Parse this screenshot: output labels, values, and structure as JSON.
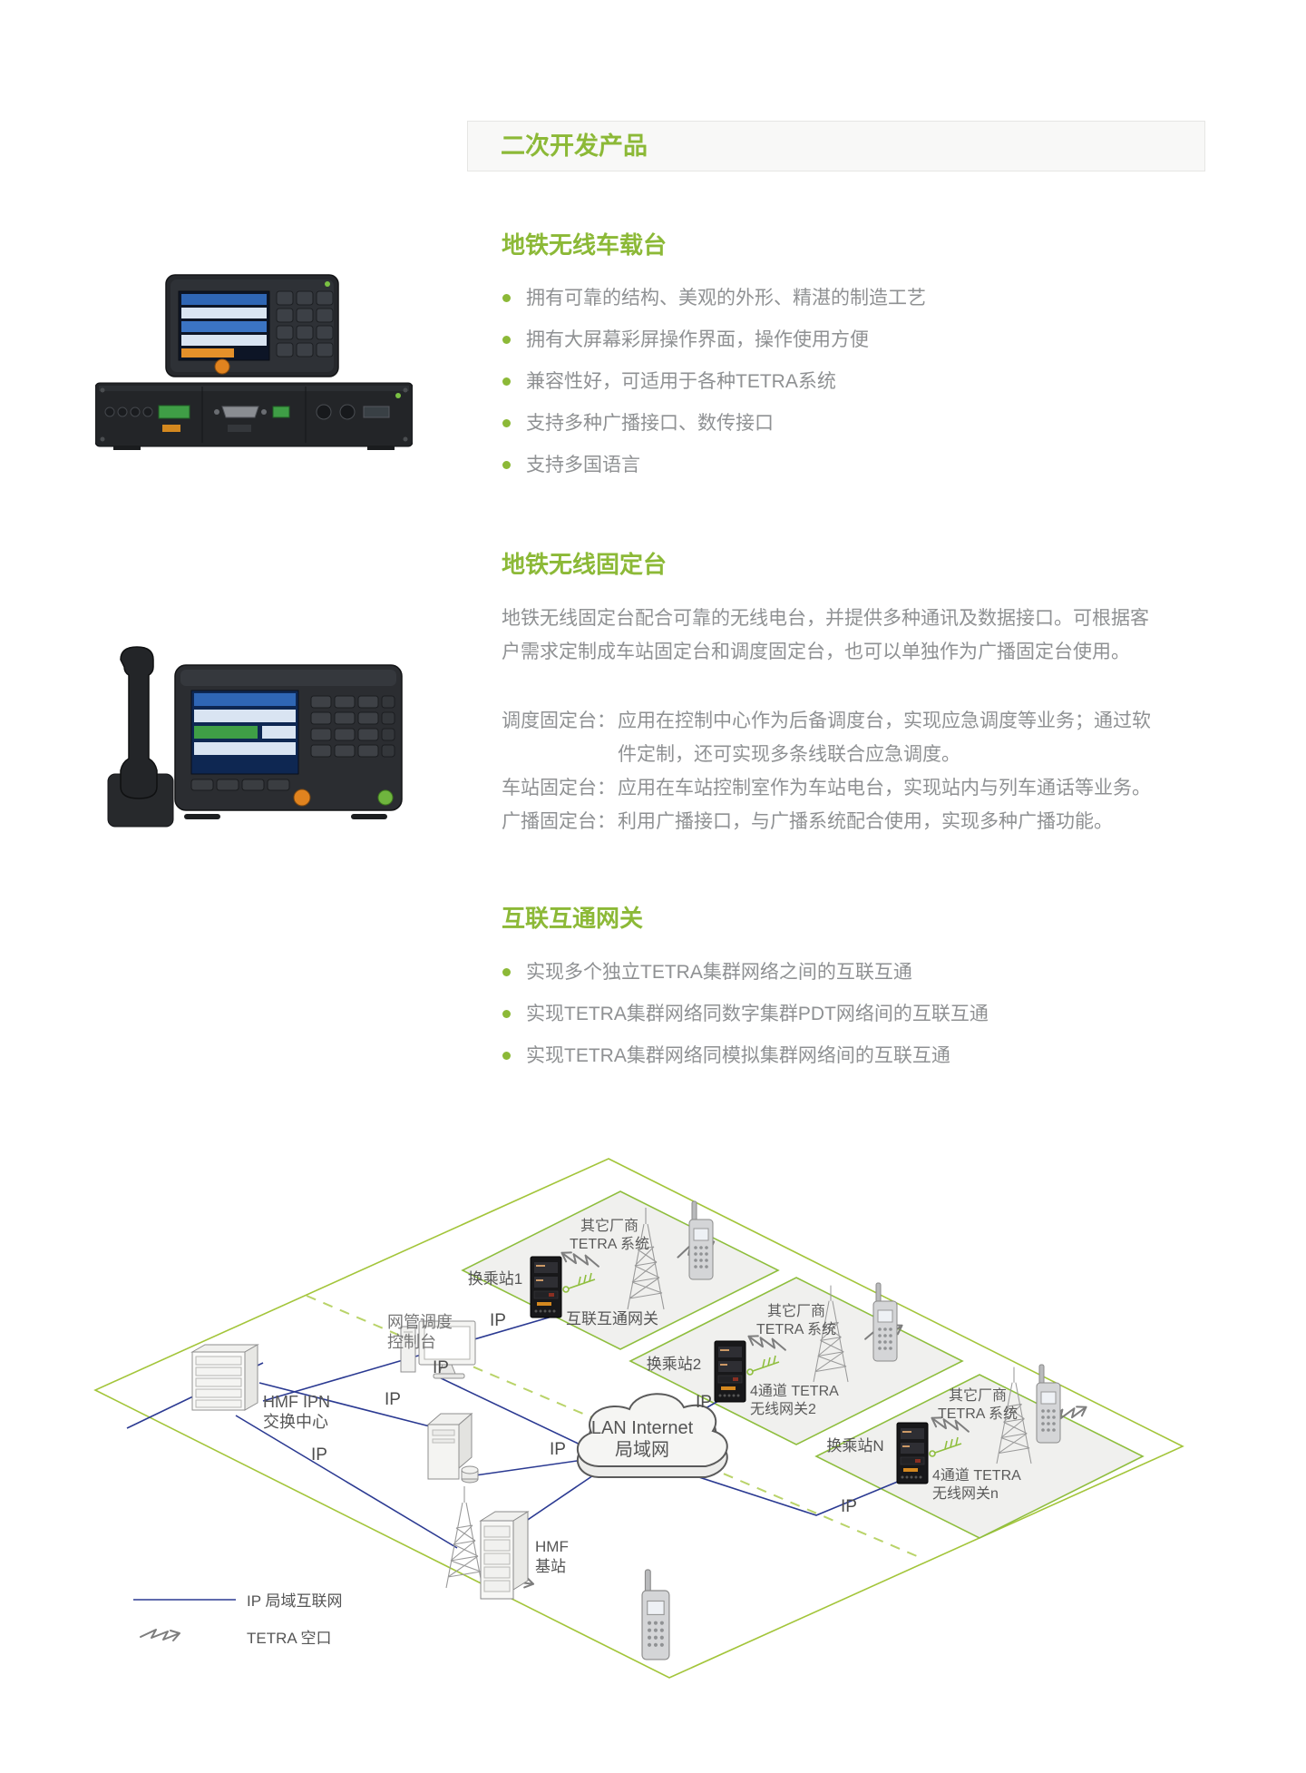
{
  "header": {
    "title": "二次开发产品"
  },
  "sections": {
    "vehicle": {
      "title": "地铁无线车载台",
      "bullets": [
        "拥有可靠的结构、美观的外形、精湛的制造工艺",
        "拥有大屏幕彩屏操作界面，操作使用方便",
        "兼容性好，可适用于各种TETRA系统",
        "支持多种广播接口、数传接口",
        "支持多国语言"
      ]
    },
    "fixed": {
      "title": "地铁无线固定台",
      "paragraph": "地铁无线固定台配合可靠的无线电台，并提供多种通讯及数据接口。可根据客户需求定制成车站固定台和调度固定台，也可以单独作为广播固定台使用。",
      "definitions": [
        {
          "term": "调度固定台：",
          "desc": "应用在控制中心作为后备调度台，实现应急调度等业务；通过软件定制，还可实现多条线联合应急调度。"
        },
        {
          "term": "车站固定台：",
          "desc": "应用在车站控制室作为车站电台，实现站内与列车通话等业务。"
        },
        {
          "term": "广播固定台：",
          "desc": "利用广播接口，与广播系统配合使用，实现多种广播功能。"
        }
      ]
    },
    "gateway": {
      "title": "互联互通网关",
      "bullets": [
        "实现多个独立TETRA集群网络之间的互联互通",
        "实现TETRA集群网络同数字集群PDT网络间的互联互通",
        "实现TETRA集群网络同模拟集群网络间的互联互通"
      ]
    }
  },
  "diagram": {
    "station1": {
      "name": "换乘站1",
      "device": "互联互通网关"
    },
    "station2": {
      "name": "换乘站2",
      "device_line1": "4通道 TETRA",
      "device_line2": "无线网关2"
    },
    "stationN": {
      "name": "换乘站N",
      "device_line1": "4通道 TETRA",
      "device_line2": "无线网关n"
    },
    "vendor": {
      "line1": "其它厂商",
      "line2": "TETRA 系统"
    },
    "nms": {
      "line1": "网管调度",
      "line2": "控制台"
    },
    "switch_center": {
      "line1": "HMF  IPN",
      "line2": "交换中心"
    },
    "cloud": {
      "line1": "LAN Internet",
      "line2": "局域网"
    },
    "base_station": {
      "line1": "HMF",
      "line2": "基站"
    },
    "ip_label": "IP",
    "legend": {
      "ip": "IP 局域互联网",
      "tetra": "TETRA  空口"
    },
    "colors": {
      "accent_green": "#8cb937",
      "diagram_green": "#9cc13c",
      "line_blue": "#2b3a92",
      "text_gray": "#8f9193"
    }
  }
}
